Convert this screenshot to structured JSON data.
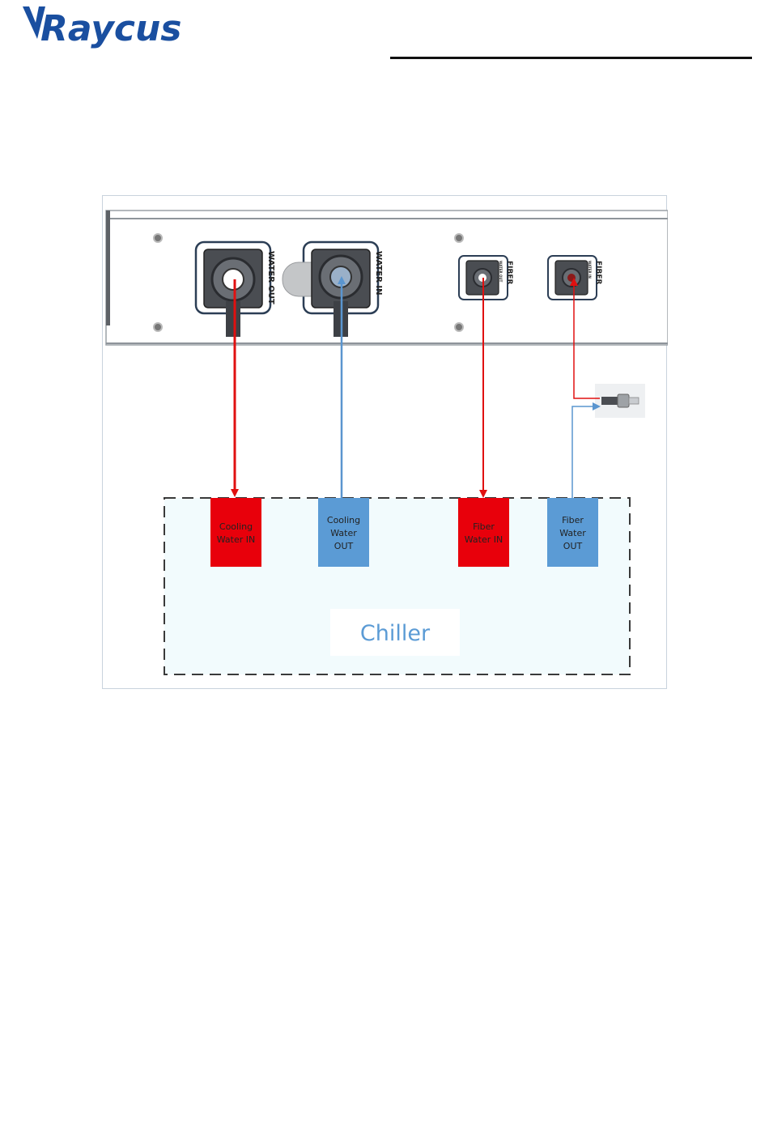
{
  "brand": {
    "name": "Raycus",
    "color": "#1a4fa0"
  },
  "colors": {
    "hot": "#e8000b",
    "cold": "#5b9bd5",
    "hot_line": "#e01010",
    "cold_line": "#5a95cf",
    "chiller_fill": "#f2fbfd"
  },
  "panel": {
    "ports": [
      {
        "id": "water-out",
        "label": "WATER OUT"
      },
      {
        "id": "water-in",
        "label": "WATER IN"
      },
      {
        "id": "fiber-water-out",
        "label": "FIBER",
        "sublabel": "WATER OUT"
      },
      {
        "id": "fiber-water-in",
        "label": "FIBER",
        "sublabel": "WATER IN"
      }
    ]
  },
  "chiller": {
    "title": "Chiller",
    "ports": [
      {
        "id": "cooling-water-in",
        "lines": [
          "Cooling",
          "Water IN"
        ],
        "kind": "hot"
      },
      {
        "id": "cooling-water-out",
        "lines": [
          "Cooling",
          "Water",
          "OUT"
        ],
        "kind": "cold"
      },
      {
        "id": "fiber-water-in",
        "lines": [
          "Fiber",
          "Water IN"
        ],
        "kind": "hot"
      },
      {
        "id": "fiber-water-out",
        "lines": [
          "Fiber",
          "Water",
          "OUT"
        ],
        "kind": "cold"
      }
    ]
  }
}
